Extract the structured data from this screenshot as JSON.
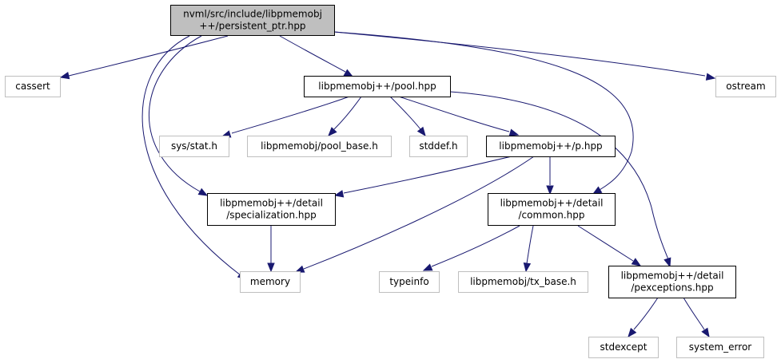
{
  "colors": {
    "edge": "#191970",
    "root_fill": "#bfbfbf",
    "node_fill": "#ffffff",
    "node_border": "#000000",
    "external_border": "#bfbfbf",
    "text": "#000000"
  },
  "nodes": {
    "persistent_ptr": {
      "lines": [
        "nvml/src/include/libpmemobj",
        "++/persistent_ptr.hpp"
      ],
      "kind": "root"
    },
    "cassert": {
      "lines": [
        "cassert"
      ],
      "kind": "external"
    },
    "pool": {
      "lines": [
        "libpmemobj++/pool.hpp"
      ],
      "kind": "internal"
    },
    "ostream": {
      "lines": [
        "ostream"
      ],
      "kind": "external"
    },
    "sys_stat": {
      "lines": [
        "sys/stat.h"
      ],
      "kind": "external"
    },
    "pool_base": {
      "lines": [
        "libpmemobj/pool_base.h"
      ],
      "kind": "external"
    },
    "stddef": {
      "lines": [
        "stddef.h"
      ],
      "kind": "external"
    },
    "p": {
      "lines": [
        "libpmemobj++/p.hpp"
      ],
      "kind": "internal"
    },
    "specialization": {
      "lines": [
        "libpmemobj++/detail",
        "/specialization.hpp"
      ],
      "kind": "internal"
    },
    "common": {
      "lines": [
        "libpmemobj++/detail",
        "/common.hpp"
      ],
      "kind": "internal"
    },
    "memory": {
      "lines": [
        "memory"
      ],
      "kind": "external"
    },
    "typeinfo": {
      "lines": [
        "typeinfo"
      ],
      "kind": "external"
    },
    "tx_base": {
      "lines": [
        "libpmemobj/tx_base.h"
      ],
      "kind": "external"
    },
    "pexceptions": {
      "lines": [
        "libpmemobj++/detail",
        "/pexceptions.hpp"
      ],
      "kind": "internal"
    },
    "stdexcept": {
      "lines": [
        "stdexcept"
      ],
      "kind": "external"
    },
    "system_error": {
      "lines": [
        "system_error"
      ],
      "kind": "external"
    }
  },
  "edges": [
    {
      "from": "persistent_ptr",
      "to": "cassert"
    },
    {
      "from": "persistent_ptr",
      "to": "pool"
    },
    {
      "from": "persistent_ptr",
      "to": "ostream"
    },
    {
      "from": "persistent_ptr",
      "to": "memory"
    },
    {
      "from": "persistent_ptr",
      "to": "specialization"
    },
    {
      "from": "persistent_ptr",
      "to": "common"
    },
    {
      "from": "pool",
      "to": "sys_stat"
    },
    {
      "from": "pool",
      "to": "pool_base"
    },
    {
      "from": "pool",
      "to": "stddef"
    },
    {
      "from": "pool",
      "to": "p"
    },
    {
      "from": "pool",
      "to": "pexceptions"
    },
    {
      "from": "p",
      "to": "specialization"
    },
    {
      "from": "p",
      "to": "common"
    },
    {
      "from": "p",
      "to": "memory"
    },
    {
      "from": "specialization",
      "to": "memory"
    },
    {
      "from": "common",
      "to": "typeinfo"
    },
    {
      "from": "common",
      "to": "tx_base"
    },
    {
      "from": "common",
      "to": "pexceptions"
    },
    {
      "from": "pexceptions",
      "to": "stdexcept"
    },
    {
      "from": "pexceptions",
      "to": "system_error"
    }
  ]
}
